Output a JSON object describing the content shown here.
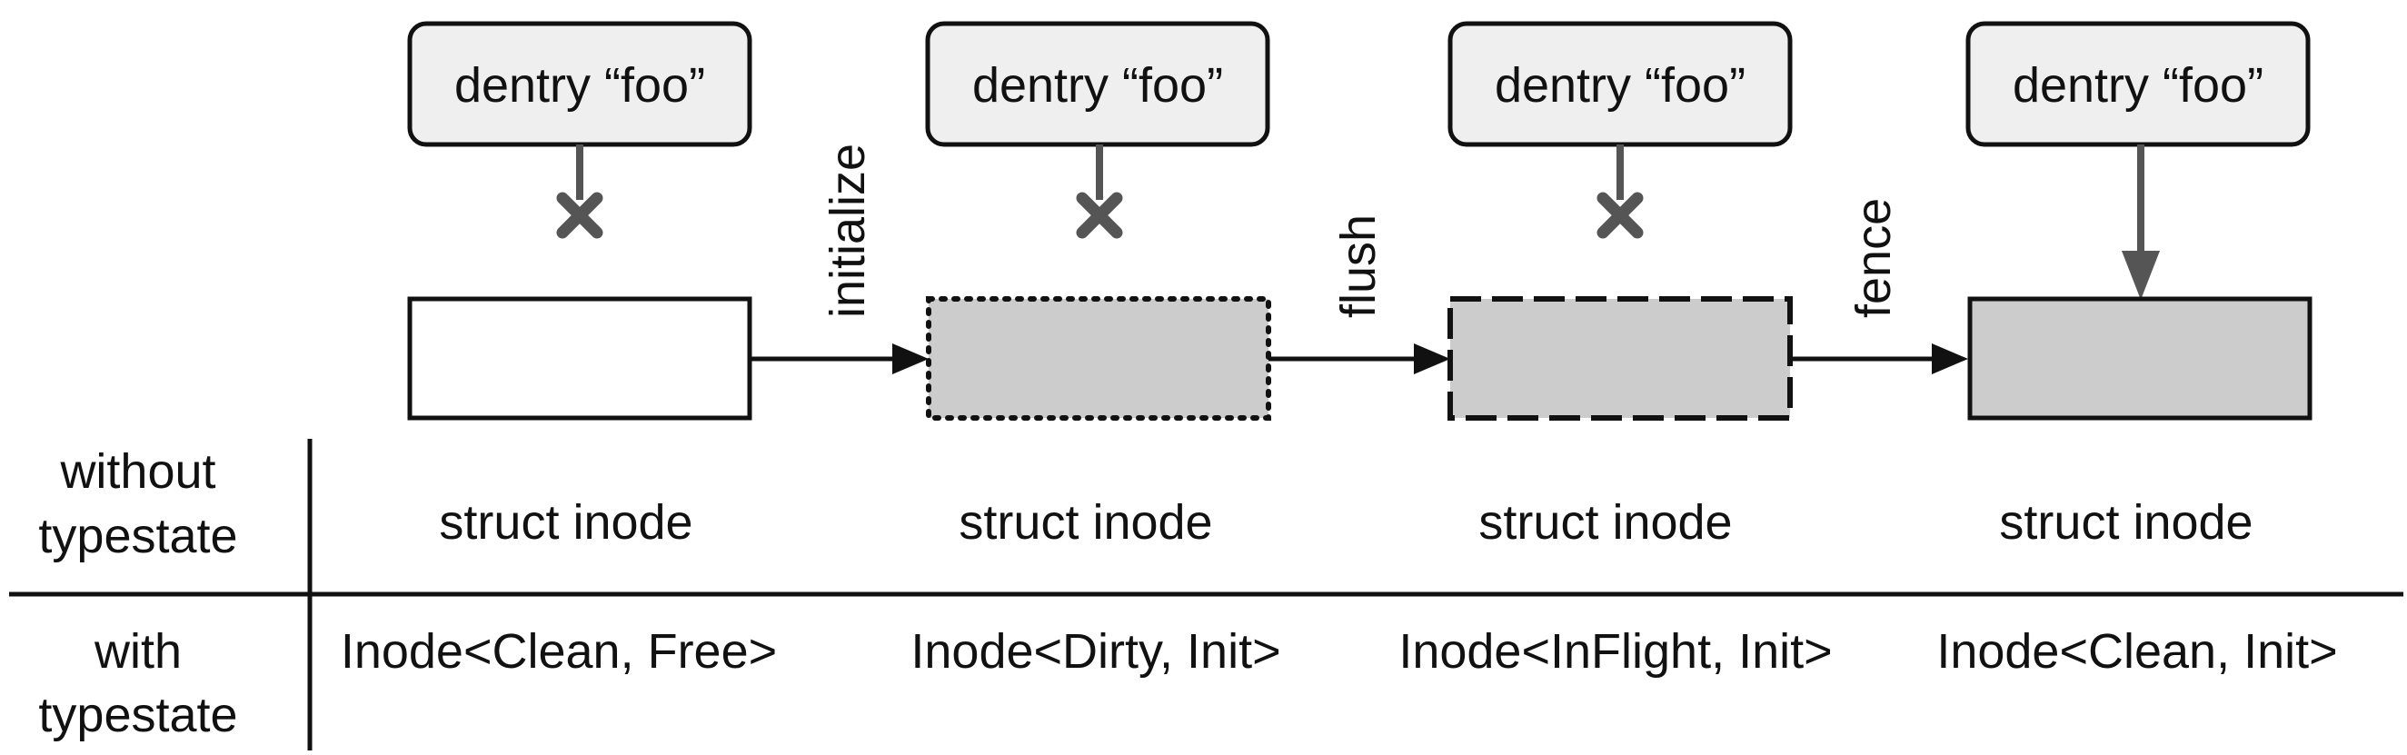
{
  "stages": [
    {
      "dentry_label": "dentry “foo”",
      "link": "blocked",
      "inode_style": "clean-free",
      "without_typestate": "struct inode",
      "with_typestate": "Inode<Clean, Free>"
    },
    {
      "dentry_label": "dentry “foo”",
      "link": "blocked",
      "inode_style": "dirty-init",
      "without_typestate": "struct inode",
      "with_typestate": "Inode<Dirty, Init>"
    },
    {
      "dentry_label": "dentry “foo”",
      "link": "blocked",
      "inode_style": "inflight-init",
      "without_typestate": "struct inode",
      "with_typestate": "Inode<InFlight, Init>"
    },
    {
      "dentry_label": "dentry “foo”",
      "link": "points",
      "inode_style": "clean-init",
      "without_typestate": "struct inode",
      "with_typestate": "Inode<Clean, Init>"
    }
  ],
  "transitions": [
    {
      "label": "initialize"
    },
    {
      "label": "flush"
    },
    {
      "label": "fence"
    }
  ],
  "rows": {
    "without": {
      "line1": "without",
      "line2": "typestate"
    },
    "with": {
      "line1": "with",
      "line2": "typestate"
    }
  },
  "colors": {
    "dentry_fill": "#efefef",
    "inode_fill_dirty": "#cccccc",
    "inode_fill_clean_free": "#ffffff",
    "link_gray": "#555555",
    "ink": "#111111"
  }
}
